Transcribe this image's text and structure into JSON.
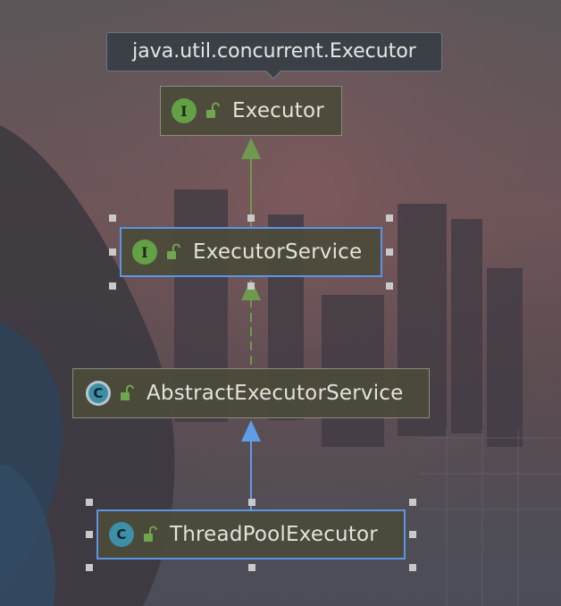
{
  "diagram": {
    "tooltip": "java.util.concurrent.Executor",
    "nodes": [
      {
        "kind": "interface",
        "badge": "I",
        "name": "Executor"
      },
      {
        "kind": "interface",
        "badge": "I",
        "name": "ExecutorService"
      },
      {
        "kind": "abstract-class",
        "badge": "C",
        "name": "AbstractExecutorService"
      },
      {
        "kind": "class",
        "badge": "C",
        "name": "ThreadPoolExecutor"
      }
    ],
    "edges": [
      {
        "from": "ExecutorService",
        "to": "Executor",
        "style": "solid",
        "color": "#6e9a4e"
      },
      {
        "from": "AbstractExecutorService",
        "to": "ExecutorService",
        "style": "dashed",
        "color": "#6e9a4e"
      },
      {
        "from": "ThreadPoolExecutor",
        "to": "AbstractExecutorService",
        "style": "solid",
        "color": "#5f9de8"
      }
    ],
    "colors": {
      "interface_badge": "#64a046",
      "class_badge": "#3d8fa6",
      "selection": "#5a95e6"
    }
  }
}
